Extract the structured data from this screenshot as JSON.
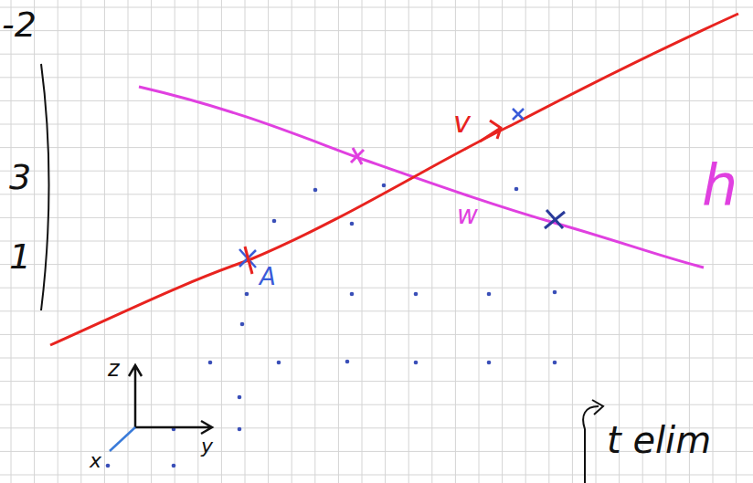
{
  "diagram": {
    "labels": [
      "-2",
      "3",
      "1",
      "v",
      "A",
      "w",
      "h",
      "z",
      "y",
      "x",
      "t elim"
    ]
  }
}
